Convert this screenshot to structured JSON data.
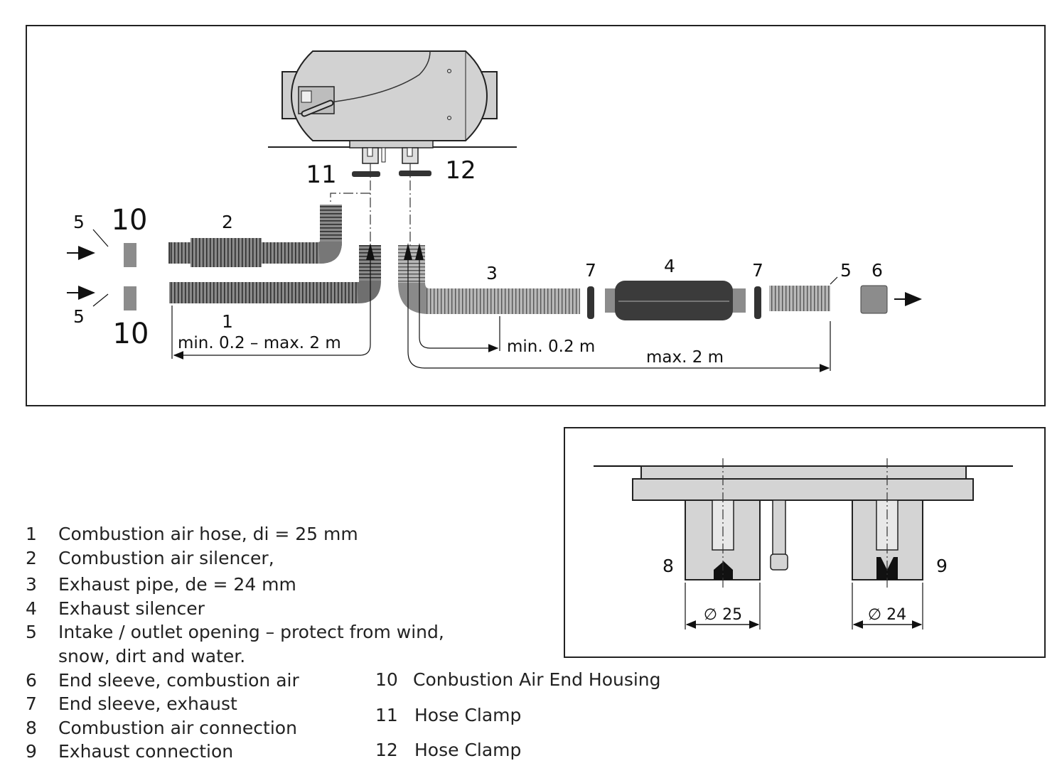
{
  "labels": {
    "n1": "1",
    "n2": "2",
    "n3": "3",
    "n4": "4",
    "n5a": "5",
    "n5b": "5",
    "n5c": "5",
    "n6": "6",
    "n7a": "7",
    "n7b": "7",
    "n8": "8",
    "n9": "9",
    "n10a": "10",
    "n10b": "10",
    "n11": "11",
    "n12": "12"
  },
  "dimensions": {
    "intake_length": "min. 0.2 – max. 2 m",
    "exhaust_min": "min. 0.2 m",
    "exhaust_max": "max. 2 m",
    "dia_air": "∅ 25",
    "dia_exhaust": "∅ 24"
  },
  "legend": [
    {
      "num": "1",
      "text": "Combustion air hose, di = 25 mm"
    },
    {
      "num": "2",
      "text": "Combustion air silencer,"
    },
    {
      "num": "3",
      "text": "Exhaust pipe, de = 24 mm"
    },
    {
      "num": "4",
      "text": "Exhaust silencer"
    },
    {
      "num": "5",
      "text": "Intake / outlet opening – protect from wind,"
    },
    {
      "num": "",
      "text": "snow, dirt and water."
    },
    {
      "num": "6",
      "text": "End sleeve, combustion air"
    },
    {
      "num": "7",
      "text": "End sleeve, exhaust"
    },
    {
      "num": "8",
      "text": "Combustion air connection"
    },
    {
      "num": "9",
      "text": "Exhaust connection"
    }
  ],
  "legend_right": [
    {
      "num": "10",
      "text": "Conbustion Air End Housing"
    },
    {
      "num": "11",
      "text": "Hose Clamp"
    },
    {
      "num": "12",
      "text": "Hose Clamp"
    }
  ]
}
